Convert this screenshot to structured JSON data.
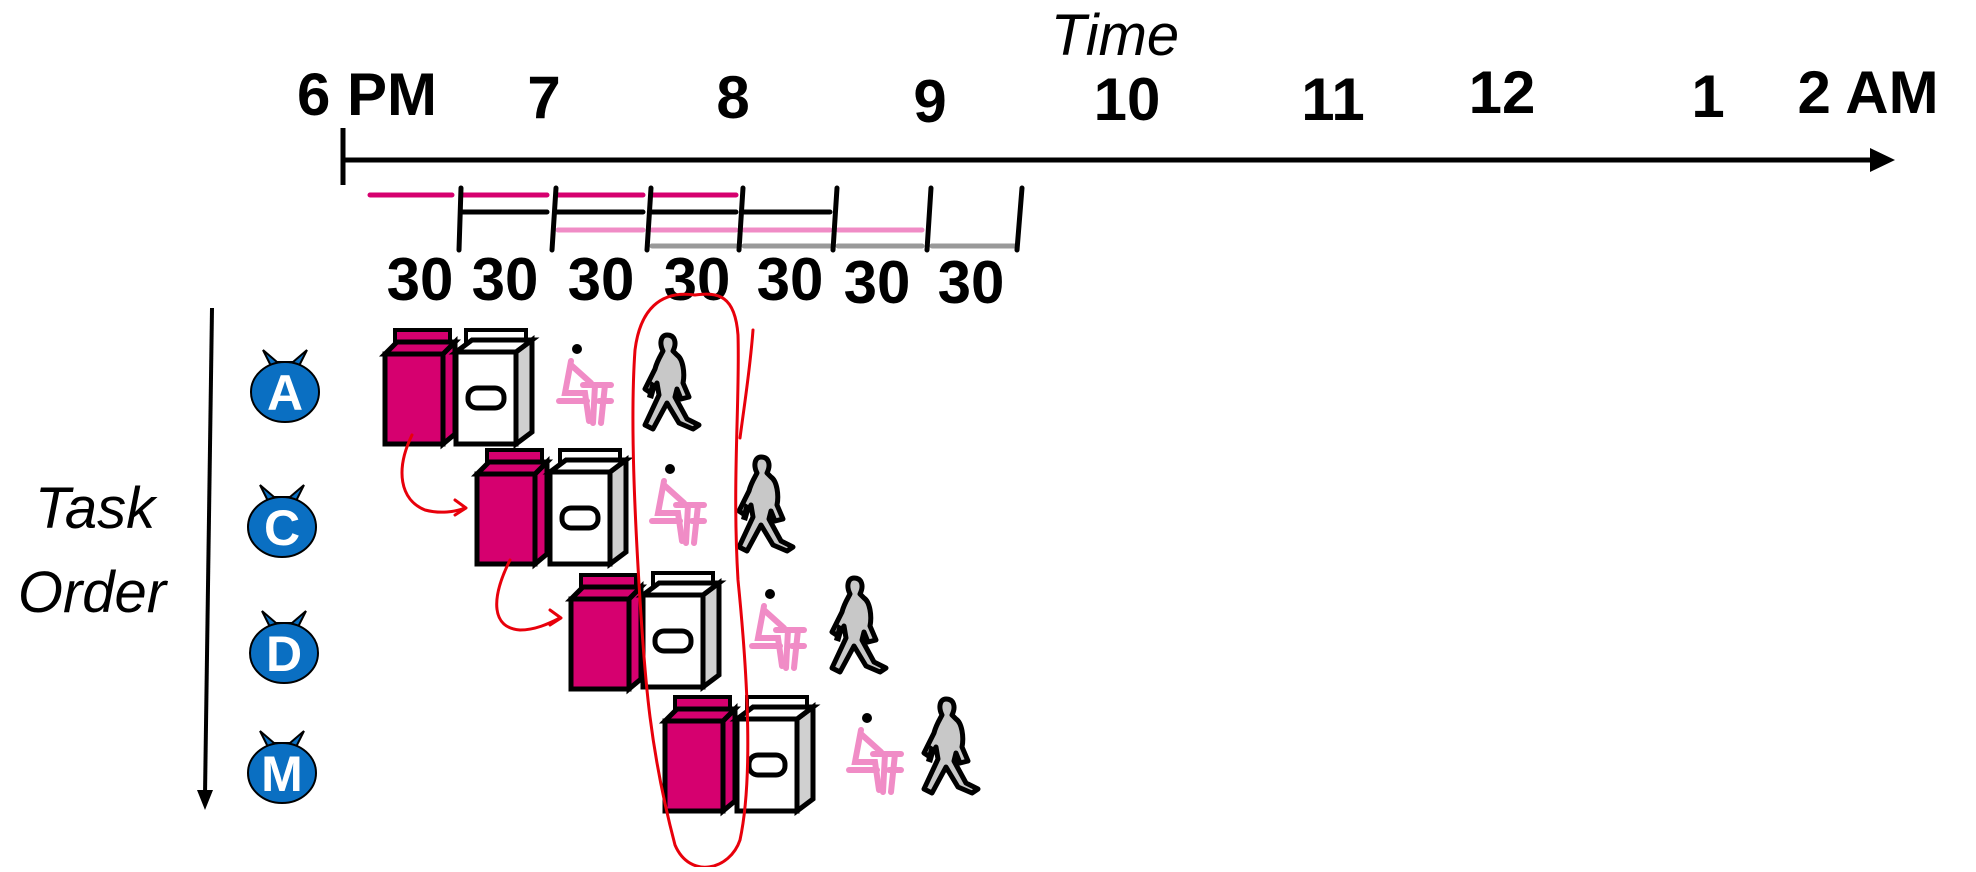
{
  "axis": {
    "title": "Time",
    "hours": [
      "6 PM",
      "7",
      "8",
      "9",
      "10",
      "11",
      "12",
      "1",
      "2 AM"
    ]
  },
  "durations": [
    "30",
    "30",
    "30",
    "30",
    "30",
    "30",
    "30"
  ],
  "task_axis": {
    "label_line1": "Task",
    "label_line2": "Order"
  },
  "tasks": [
    {
      "letter": "A"
    },
    {
      "letter": "C"
    },
    {
      "letter": "D"
    },
    {
      "letter": "M"
    }
  ],
  "colors": {
    "washer": "#d6006f",
    "dryer": "#ffffff",
    "folder": "#f08cc6",
    "walker": "#c8c8c8",
    "badge": "#0a6fc2",
    "annotation": "#e8000b",
    "timeline_gray": "#999999"
  },
  "icons": [
    "washer-icon",
    "dryer-icon",
    "folding-person-icon",
    "walking-person-icon",
    "laundry-bag-icon"
  ]
}
